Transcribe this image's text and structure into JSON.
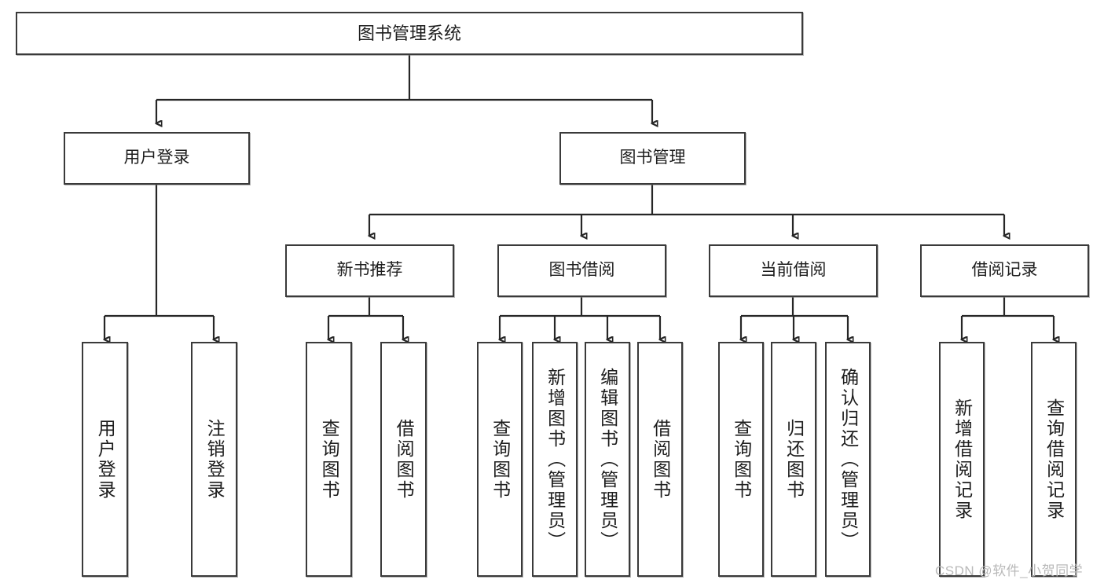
{
  "diagram": {
    "title": "图书管理系统",
    "watermark": "CSDN @软件_小贺同学",
    "colors": {
      "box_border": "#3a3a3a",
      "connector": "#262626",
      "text": "#1d1d1d",
      "background": "#ffffff",
      "watermark": "#b9b9b9"
    },
    "root": {
      "label": "图书管理系统"
    },
    "level2": [
      {
        "label": "用户登录"
      },
      {
        "label": "图书管理"
      }
    ],
    "level3": [
      {
        "label": "新书推荐"
      },
      {
        "label": "图书借阅"
      },
      {
        "label": "当前借阅"
      },
      {
        "label": "借阅记录"
      }
    ],
    "leaves": {
      "user_login": [
        {
          "label": "用户登录"
        },
        {
          "label": "注销登录"
        }
      ],
      "new_book_recommend": [
        {
          "label": "查询图书"
        },
        {
          "label": "借阅图书"
        }
      ],
      "book_borrow": [
        {
          "label": "查询图书"
        },
        {
          "label": "新增图书（管理员）"
        },
        {
          "label": "编辑图书（管理员）"
        },
        {
          "label": "借阅图书"
        }
      ],
      "current_borrow": [
        {
          "label": "查询图书"
        },
        {
          "label": "归还图书"
        },
        {
          "label": "确认归还（管理员）"
        }
      ],
      "borrow_record": [
        {
          "label": "新增借阅记录"
        },
        {
          "label": "查询借阅记录"
        }
      ]
    }
  }
}
